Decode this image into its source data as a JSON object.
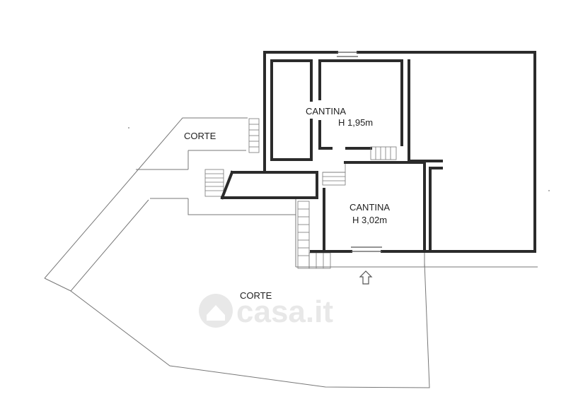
{
  "rooms": [
    {
      "name": "CANTINA",
      "height": "H 1,95m"
    },
    {
      "name": "CANTINA",
      "height": "H 3,02m"
    }
  ],
  "courtyards": [
    "CORTE",
    "CORTE"
  ],
  "watermark": "casa.it"
}
